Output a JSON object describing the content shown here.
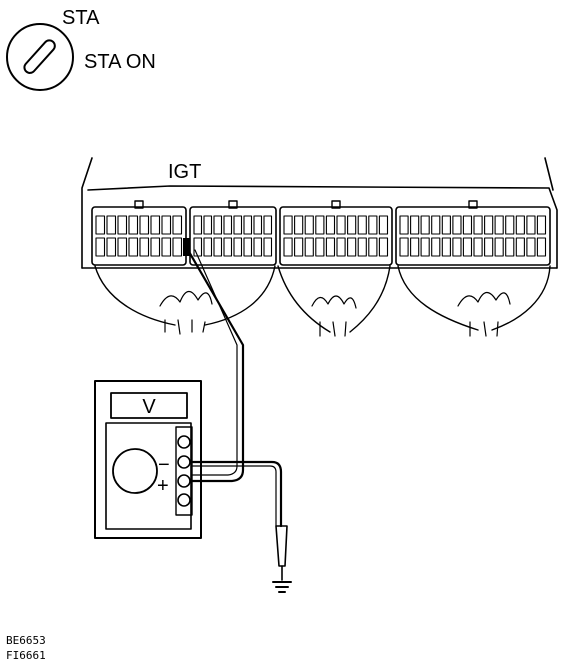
{
  "labels": {
    "switch_title": "STA",
    "switch_state": "STA ON",
    "connector_terminal": "IGT",
    "meter_range": "V",
    "meter_minus": "−",
    "meter_plus": "+",
    "figure_code_1": "BE6653",
    "figure_code_2": "FI6661"
  },
  "colors": {
    "ink": "#000000",
    "paper": "#ffffff"
  }
}
